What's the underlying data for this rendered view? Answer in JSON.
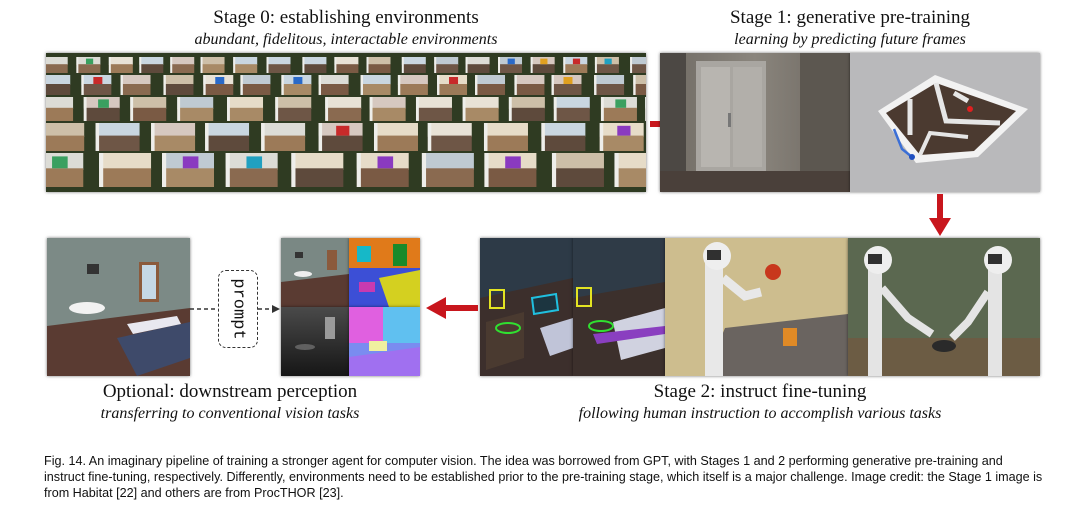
{
  "stage0": {
    "title": "Stage 0: establishing environments",
    "subtitle": "abundant, fidelitous, interactable environments"
  },
  "stage1": {
    "title": "Stage 1: generative pre-training",
    "subtitle": "learning by predicting future frames"
  },
  "stage2": {
    "title": "Stage 2: instruct fine-tuning",
    "subtitle": "following human instruction to accomplish various tasks"
  },
  "optional": {
    "title": "Optional: downstream perception",
    "subtitle": "transferring to conventional vision tasks",
    "prompt_label": "prompt"
  },
  "caption": {
    "text": "Fig. 14. An imaginary pipeline of training a stronger agent for computer vision. The idea was borrowed from GPT, with Stages 1 and 2 performing generative pre-training and instruct fine-tuning, respectively. Differently, environments need to be established prior to the pre-training stage, which itself is a major challenge. Image credit: the Stage 1 image is from Habitat [22] and others are from ProcTHOR [23]."
  },
  "colors": {
    "arrow": "#c8161d",
    "grass": "#2f3b22",
    "floor": "#5a3b32"
  }
}
